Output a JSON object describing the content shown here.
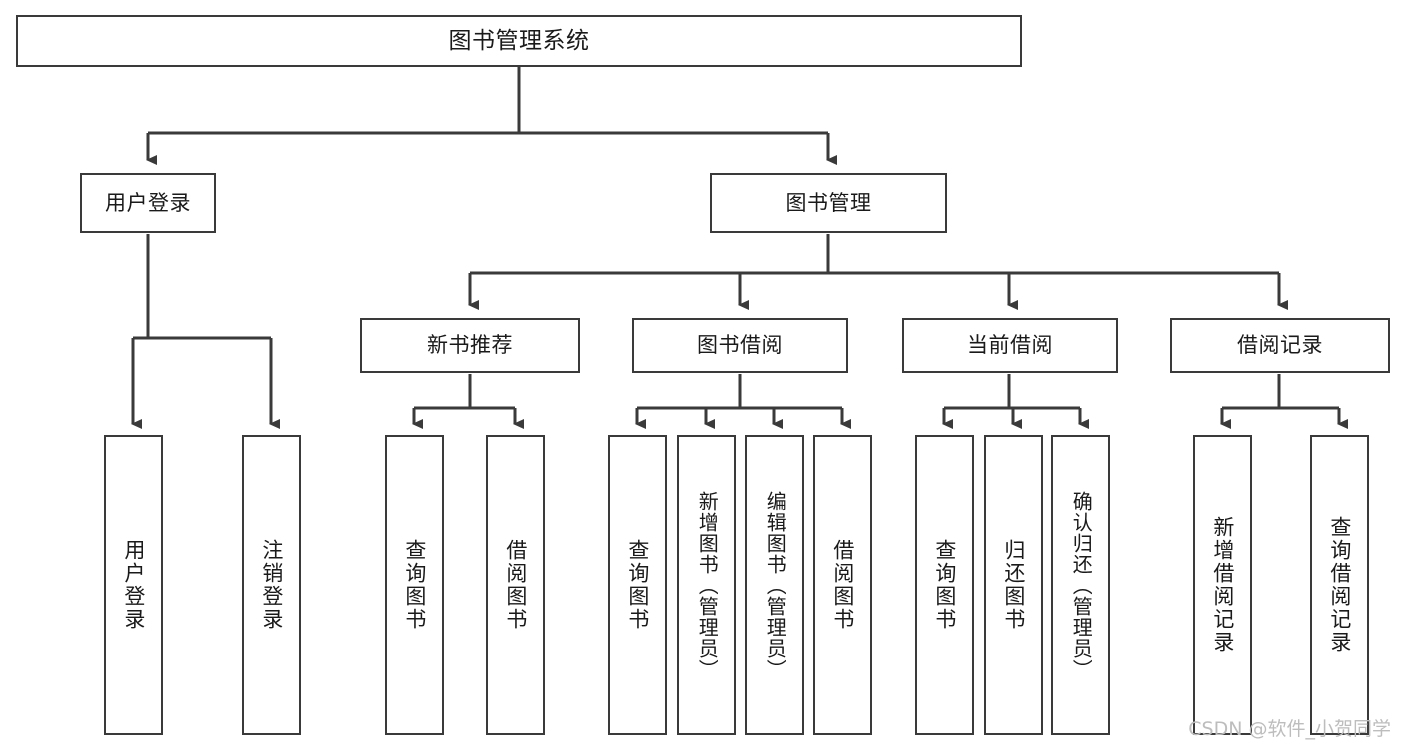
{
  "diagram": {
    "title": "图书管理系统",
    "type": "tree",
    "watermark": "CSDN @软件_小贺同学",
    "colors": {
      "background": "#ffffff",
      "box_border": "#3a3a3a",
      "box_fill": "#ffffff",
      "connector": "#3a3a3a",
      "text": "#1a1a1a",
      "watermark": "#bdbdbd"
    }
  },
  "nodes": {
    "root": {
      "label": "图书管理系统"
    },
    "level2": [
      {
        "id": "user-login",
        "label": "用户登录"
      },
      {
        "id": "book-management",
        "label": "图书管理"
      }
    ],
    "level3": [
      {
        "id": "new-book-recommend",
        "label": "新书推荐"
      },
      {
        "id": "book-borrow",
        "label": "图书借阅"
      },
      {
        "id": "current-borrow",
        "label": "当前借阅"
      },
      {
        "id": "borrow-record",
        "label": "借阅记录"
      }
    ],
    "leaves": [
      {
        "id": "leaf-user-login",
        "label": "用户登录",
        "parent": "user-login"
      },
      {
        "id": "leaf-logout",
        "label": "注销登录",
        "parent": "user-login"
      },
      {
        "id": "leaf-query-book-1",
        "label": "查询图书",
        "parent": "new-book-recommend"
      },
      {
        "id": "leaf-borrow-book-1",
        "label": "借阅图书",
        "parent": "new-book-recommend"
      },
      {
        "id": "leaf-query-book-2",
        "label": "查询图书",
        "parent": "book-borrow"
      },
      {
        "id": "leaf-add-book",
        "label": "新增图书（管理员）",
        "parent": "book-borrow"
      },
      {
        "id": "leaf-edit-book",
        "label": "编辑图书（管理员）",
        "parent": "book-borrow"
      },
      {
        "id": "leaf-borrow-book-2",
        "label": "借阅图书",
        "parent": "book-borrow"
      },
      {
        "id": "leaf-query-book-3",
        "label": "查询图书",
        "parent": "current-borrow"
      },
      {
        "id": "leaf-return-book",
        "label": "归还图书",
        "parent": "current-borrow"
      },
      {
        "id": "leaf-confirm-return",
        "label": "确认归还（管理员）",
        "parent": "current-borrow"
      },
      {
        "id": "leaf-add-borrow-record",
        "label": "新增借阅记录",
        "parent": "borrow-record"
      },
      {
        "id": "leaf-query-borrow-record",
        "label": "查询借阅记录",
        "parent": "borrow-record"
      }
    ]
  }
}
